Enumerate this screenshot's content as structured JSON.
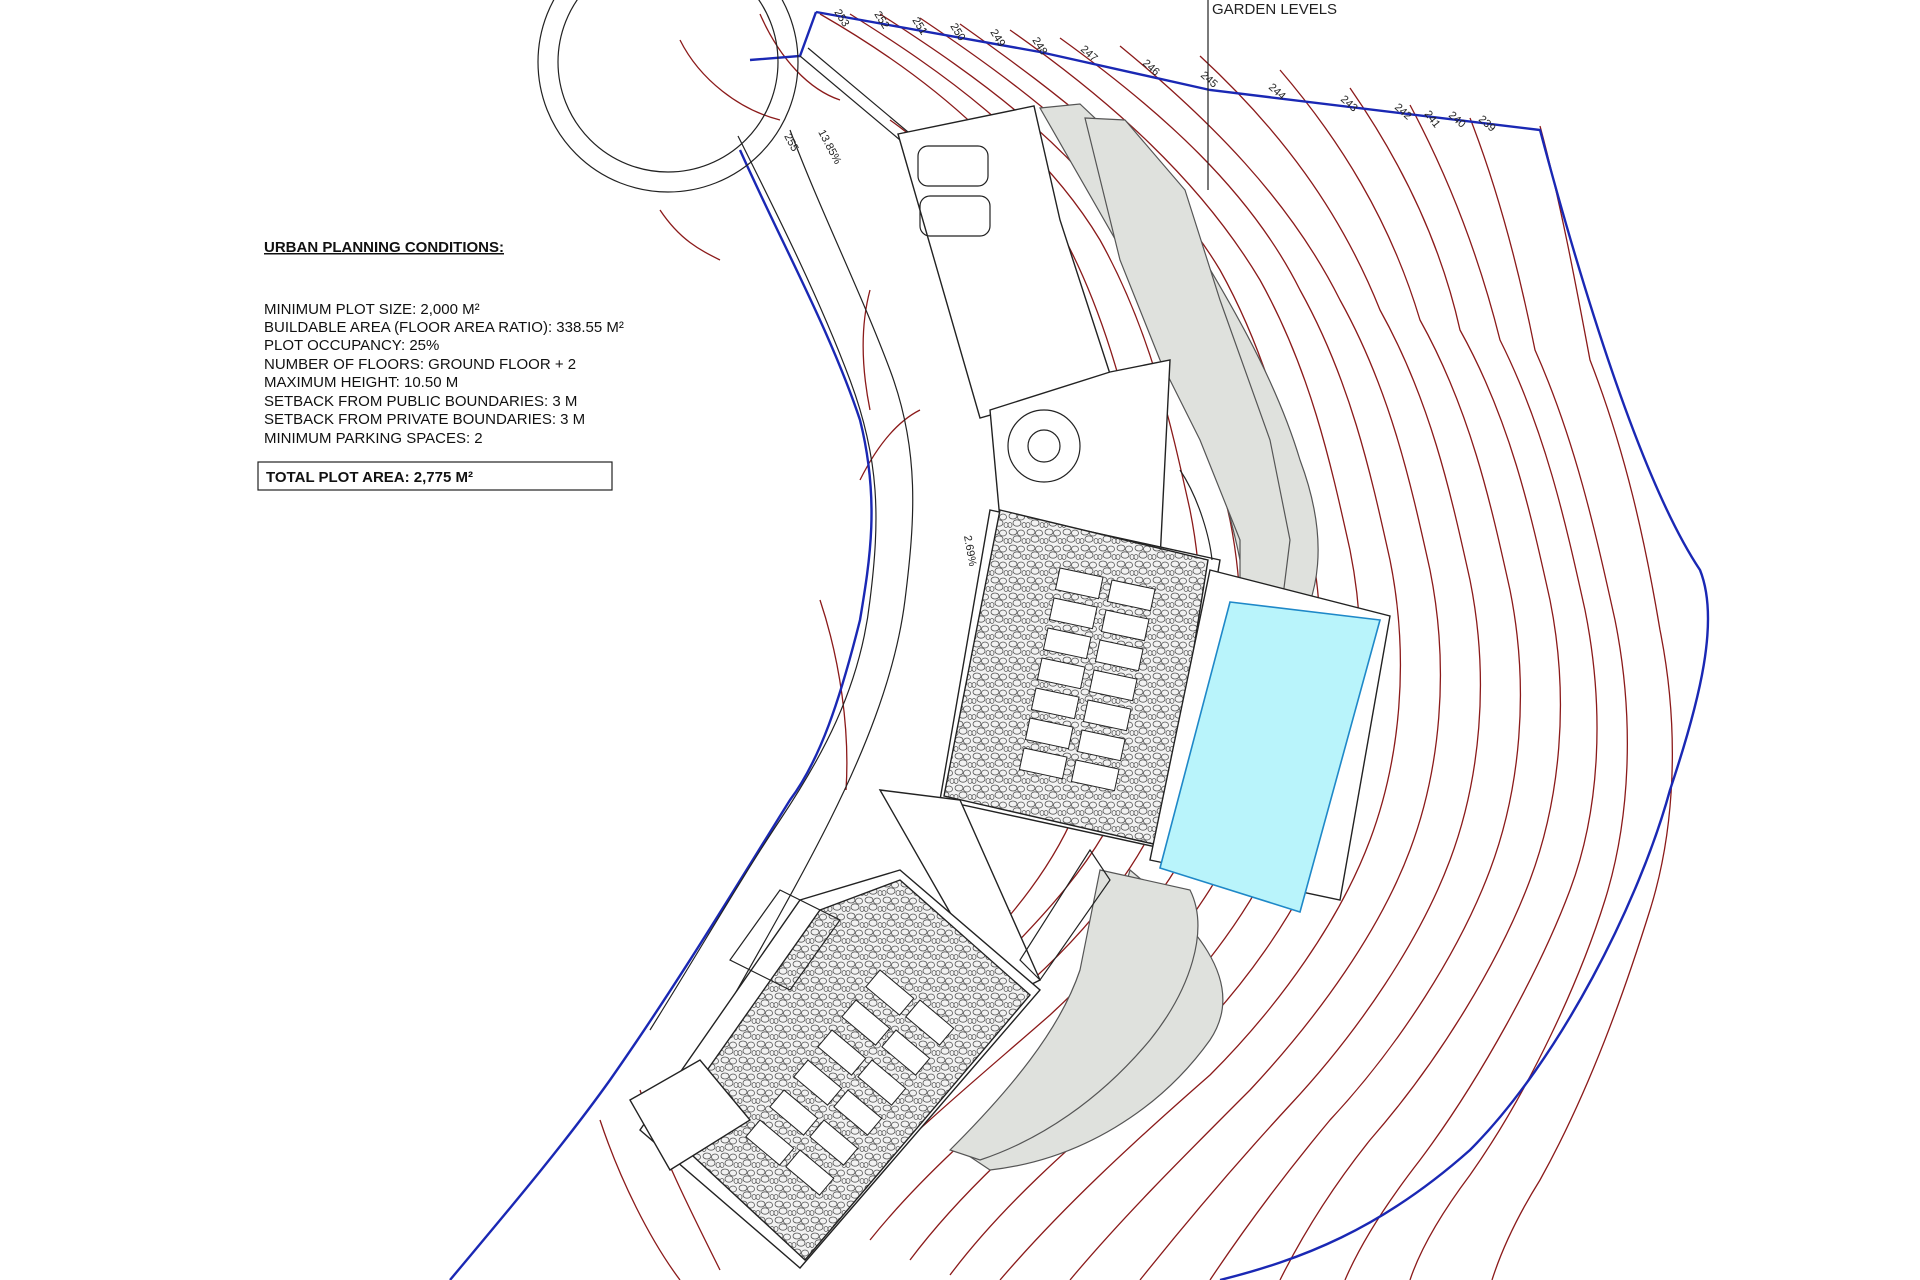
{
  "drawing": {
    "garden_label": "GARDEN LEVELS",
    "slope_labels": [
      "13.85%",
      "2.69%"
    ],
    "contour_labels": [
      "253",
      "252",
      "251",
      "250",
      "249",
      "248",
      "247",
      "246",
      "245",
      "244",
      "243",
      "242",
      "241",
      "240",
      "239",
      "255"
    ]
  },
  "conditions": {
    "title": "URBAN PLANNING CONDITIONS:",
    "lines": [
      "MINIMUM PLOT SIZE: 2,000 M²",
      "BUILDABLE AREA (FLOOR AREA RATIO): 338.55 M²",
      "PLOT OCCUPANCY: 25%",
      "NUMBER OF FLOORS: GROUND FLOOR + 2",
      "MAXIMUM HEIGHT: 10.50 M",
      "SETBACK FROM PUBLIC BOUNDARIES: 3 M",
      "SETBACK FROM PRIVATE BOUNDARIES: 3 M",
      "MINIMUM PARKING SPACES: 2"
    ],
    "total": "TOTAL PLOT AREA: 2,775 M²"
  },
  "colors": {
    "boundary": "#1a28b4",
    "contours": "#8b1a1a",
    "pool": "#b9f4fb",
    "terrace": "#dfe1dd"
  }
}
